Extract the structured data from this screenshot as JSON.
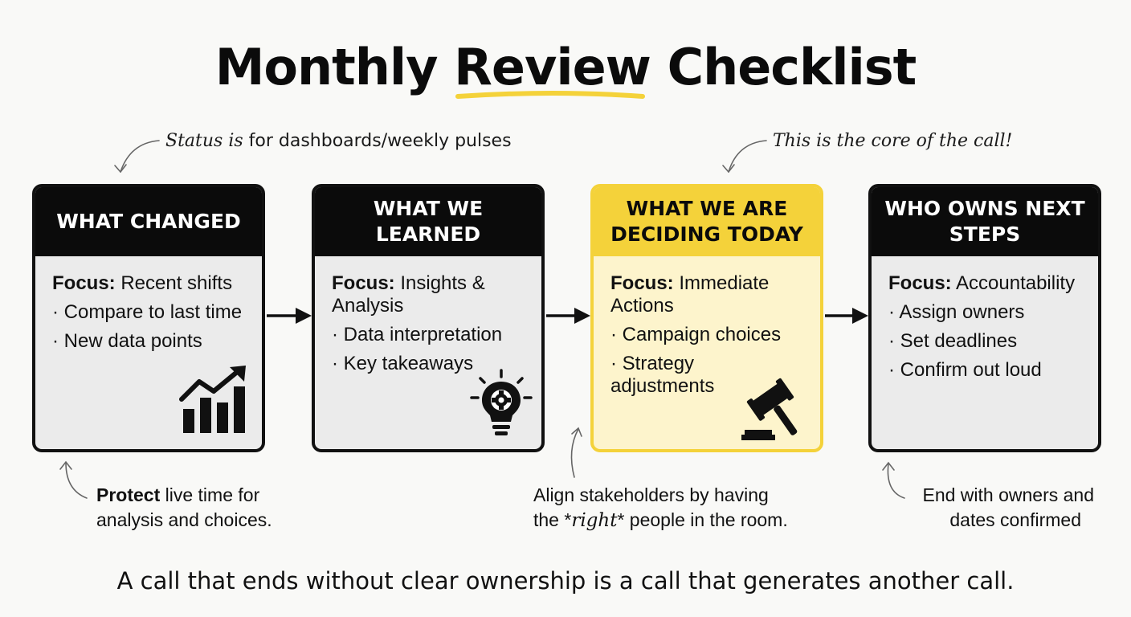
{
  "title": {
    "prefix": "Monthly",
    "highlight": "Review",
    "suffix": "Checklist"
  },
  "top_notes": [
    {
      "text_italic": "Status is",
      "text_plain": " for dashboards/weekly pulses"
    },
    {
      "text_italic": "This is the core of the call!"
    }
  ],
  "cards": [
    {
      "heading": "WHAT CHANGED",
      "focus_label": "Focus:",
      "focus_value": " Recent shifts",
      "bullets": [
        "· Compare to last time",
        "· New data points"
      ],
      "icon": "growth-chart-icon"
    },
    {
      "heading": "WHAT WE LEARNED",
      "focus_label": "Focus:",
      "focus_value": " Insights & Analysis",
      "bullets": [
        "· Data interpretation",
        "· Key takeaways"
      ],
      "icon": "lightbulb-gear-icon"
    },
    {
      "heading": "WHAT WE ARE DECIDING TODAY",
      "focus_label": "Focus:",
      "focus_value": " Immediate Actions",
      "bullets": [
        "· Campaign choices",
        "· Strategy adjustments"
      ],
      "icon": "gavel-icon"
    },
    {
      "heading": "WHO OWNS NEXT STEPS",
      "focus_label": "Focus:",
      "focus_value": " Accountability",
      "bullets": [
        "· Assign owners",
        "· Set deadlines",
        "· Confirm out loud"
      ],
      "icon": ""
    }
  ],
  "bottom_notes": [
    {
      "bold": "Protect",
      "rest": " live time for",
      "line2": "analysis and choices."
    },
    {
      "line1": "Align stakeholders by having",
      "line2_pre": "the *",
      "line2_em": "right",
      "line2_post": "* people in the room."
    },
    {
      "line1": "End with owners and",
      "line2": "dates confirmed"
    }
  ],
  "footer": "A call that ends without clear ownership is a call that generates another call.",
  "colors": {
    "accent": "#f4d23a",
    "header_dark": "#0b0b0b",
    "card_bg": "#ebebeb",
    "page_bg": "#f9f9f7"
  }
}
